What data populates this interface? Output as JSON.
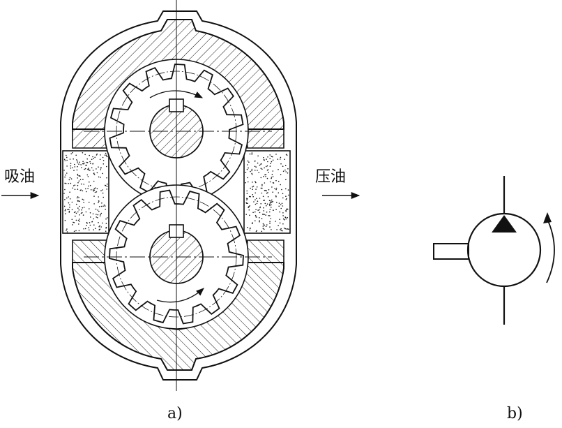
{
  "labels": {
    "inlet": "吸油",
    "outlet": "压油",
    "caption_a": "a)",
    "caption_b": "b)"
  },
  "colors": {
    "ink": "#111111",
    "paper": "#ffffff"
  }
}
